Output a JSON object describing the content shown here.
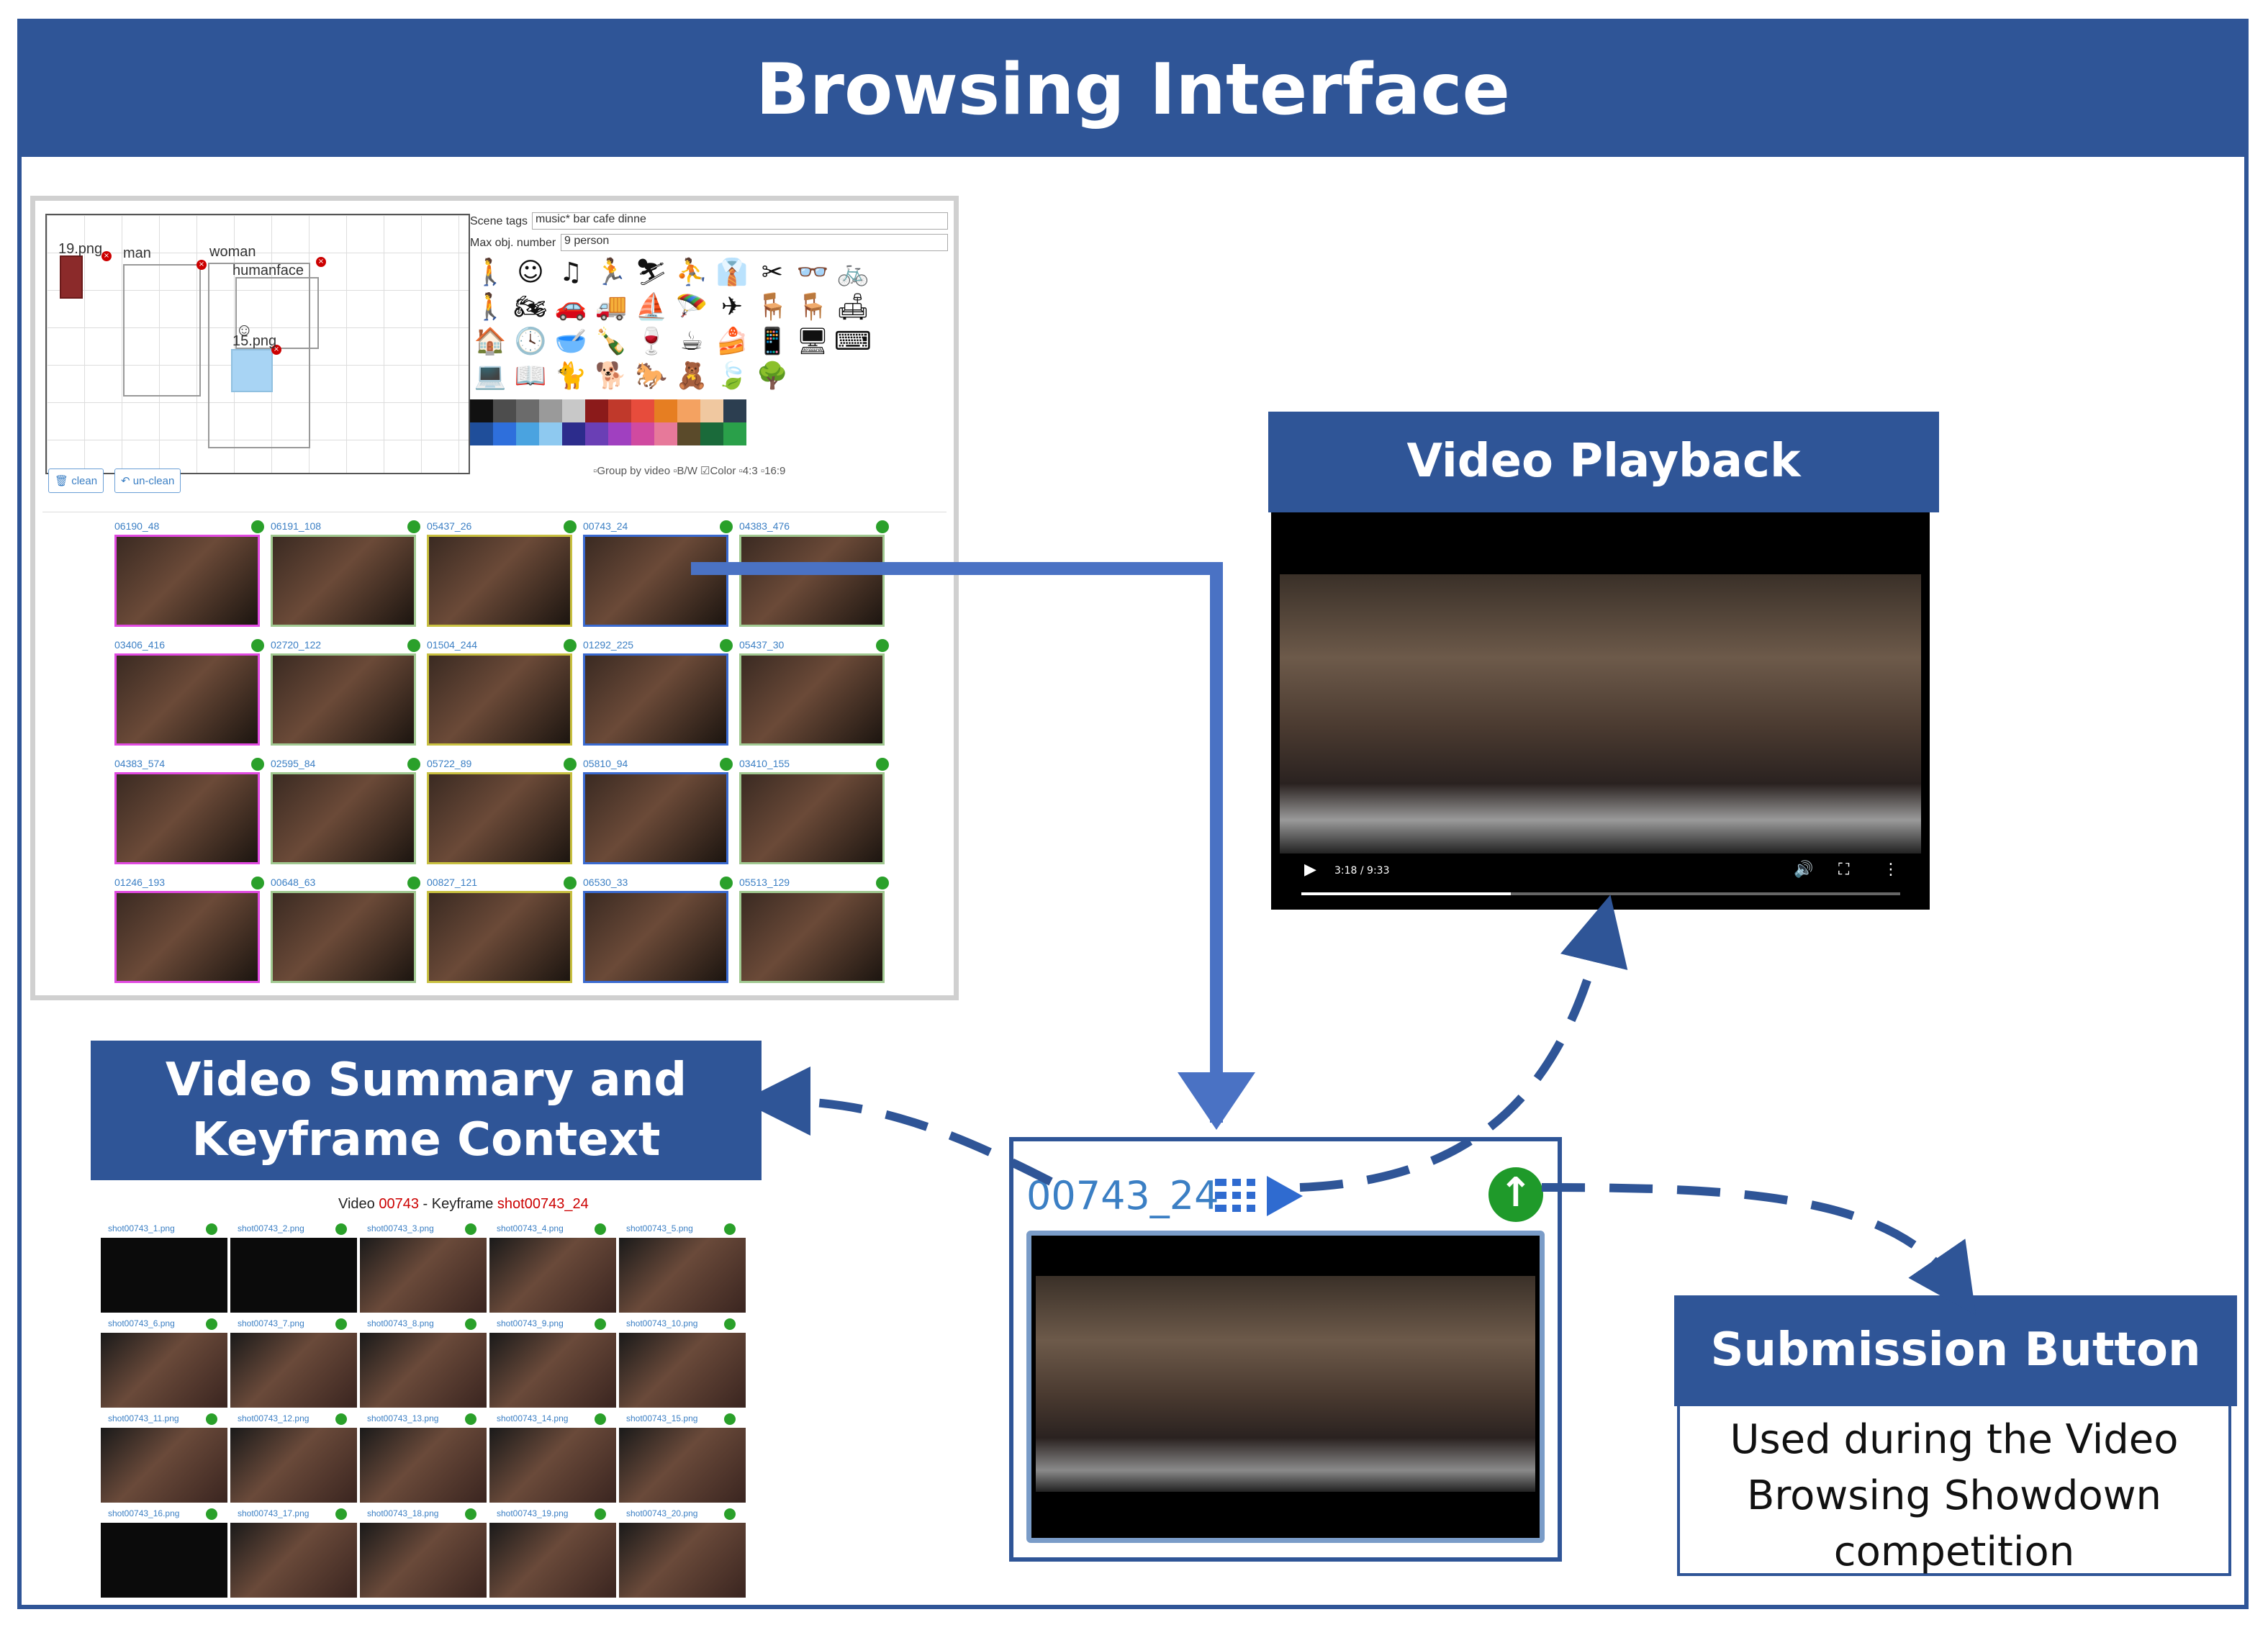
{
  "title": "Browsing Interface",
  "sections": {
    "video_playback": "Video Playback",
    "video_summary": "Video Summary and\nKeyframe Context",
    "submission_button": "Submission Button",
    "submission_caption": "Used during the Video Browsing Showdown competition"
  },
  "search_ui": {
    "sketch_labels": [
      "19.png",
      "man",
      "woman",
      "humanface",
      "15.png"
    ],
    "scene_tags_label": "Scene tags",
    "scene_tags_value": "music* bar cafe dinne",
    "max_obj_label": "Max obj. number",
    "max_obj_value": "9 person",
    "icons": [
      "🚶",
      "☺",
      "♫",
      "🏃",
      "⛷",
      "⛹",
      "👔",
      "✂",
      "👓",
      "🚲",
      "🚶",
      "🏍",
      "🚗",
      "🚚",
      "⛵",
      "🪂",
      "✈",
      "🪑",
      "🪑",
      "🛋",
      "🏠",
      "🕓",
      "🥣",
      "🍾",
      "🍷",
      "☕",
      "🍰",
      "📱",
      "🖥",
      "⌨",
      "💻",
      "📖",
      "🐈",
      "🐕",
      "🐎",
      "🧸",
      "🍃",
      "🌳"
    ],
    "palette": [
      "#111111",
      "#4d4d4d",
      "#6b6b6b",
      "#9a9a9a",
      "#c8c8c8",
      "#8b1a1a",
      "#c0392b",
      "#e74c3c",
      "#e67e22",
      "#f4a261",
      "#f0c8a0",
      "#2c3e50",
      "#1f4e9a",
      "#2e6fdc",
      "#4aa3e0",
      "#8ec9f0",
      "#2c2c8c",
      "#6a3fb5",
      "#a040c0",
      "#d04aa0",
      "#e7799a",
      "#5a4a2a",
      "#1a6a3a",
      "#2aa04a"
    ],
    "options": "▫Group by video  ▫B/W  ☑Color  ▫4:3  ▫16:9",
    "clean_label": "clean",
    "unclean_label": "un-clean",
    "results": [
      "06190_48",
      "06191_108",
      "05437_26",
      "00743_24",
      "04383_476",
      "03406_416",
      "02720_122",
      "01504_244",
      "01292_225",
      "05437_30",
      "04383_574",
      "02595_84",
      "05722_89",
      "05810_94",
      "03410_155",
      "01246_193",
      "00648_63",
      "00827_121",
      "06530_33",
      "05513_129"
    ]
  },
  "player": {
    "time": "3:18 / 9:33",
    "progress": 0.35
  },
  "summary": {
    "video_label": "Video",
    "video_id": "00743",
    "keyframe_label": "- Keyframe",
    "shot_id": "shot00743_24",
    "shots": [
      "shot00743_1.png",
      "shot00743_2.png",
      "shot00743_3.png",
      "shot00743_4.png",
      "shot00743_5.png",
      "shot00743_6.png",
      "shot00743_7.png",
      "shot00743_8.png",
      "shot00743_9.png",
      "shot00743_10.png",
      "shot00743_11.png",
      "shot00743_12.png",
      "shot00743_13.png",
      "shot00743_14.png",
      "shot00743_15.png",
      "shot00743_16.png",
      "shot00743_17.png",
      "shot00743_18.png",
      "shot00743_19.png",
      "shot00743_20.png"
    ]
  },
  "zoom": {
    "shot_label": "00743_24"
  },
  "colors": {
    "banner": "#2f5597",
    "accent": "#2f6bd0",
    "submit": "#1f9a2a"
  }
}
